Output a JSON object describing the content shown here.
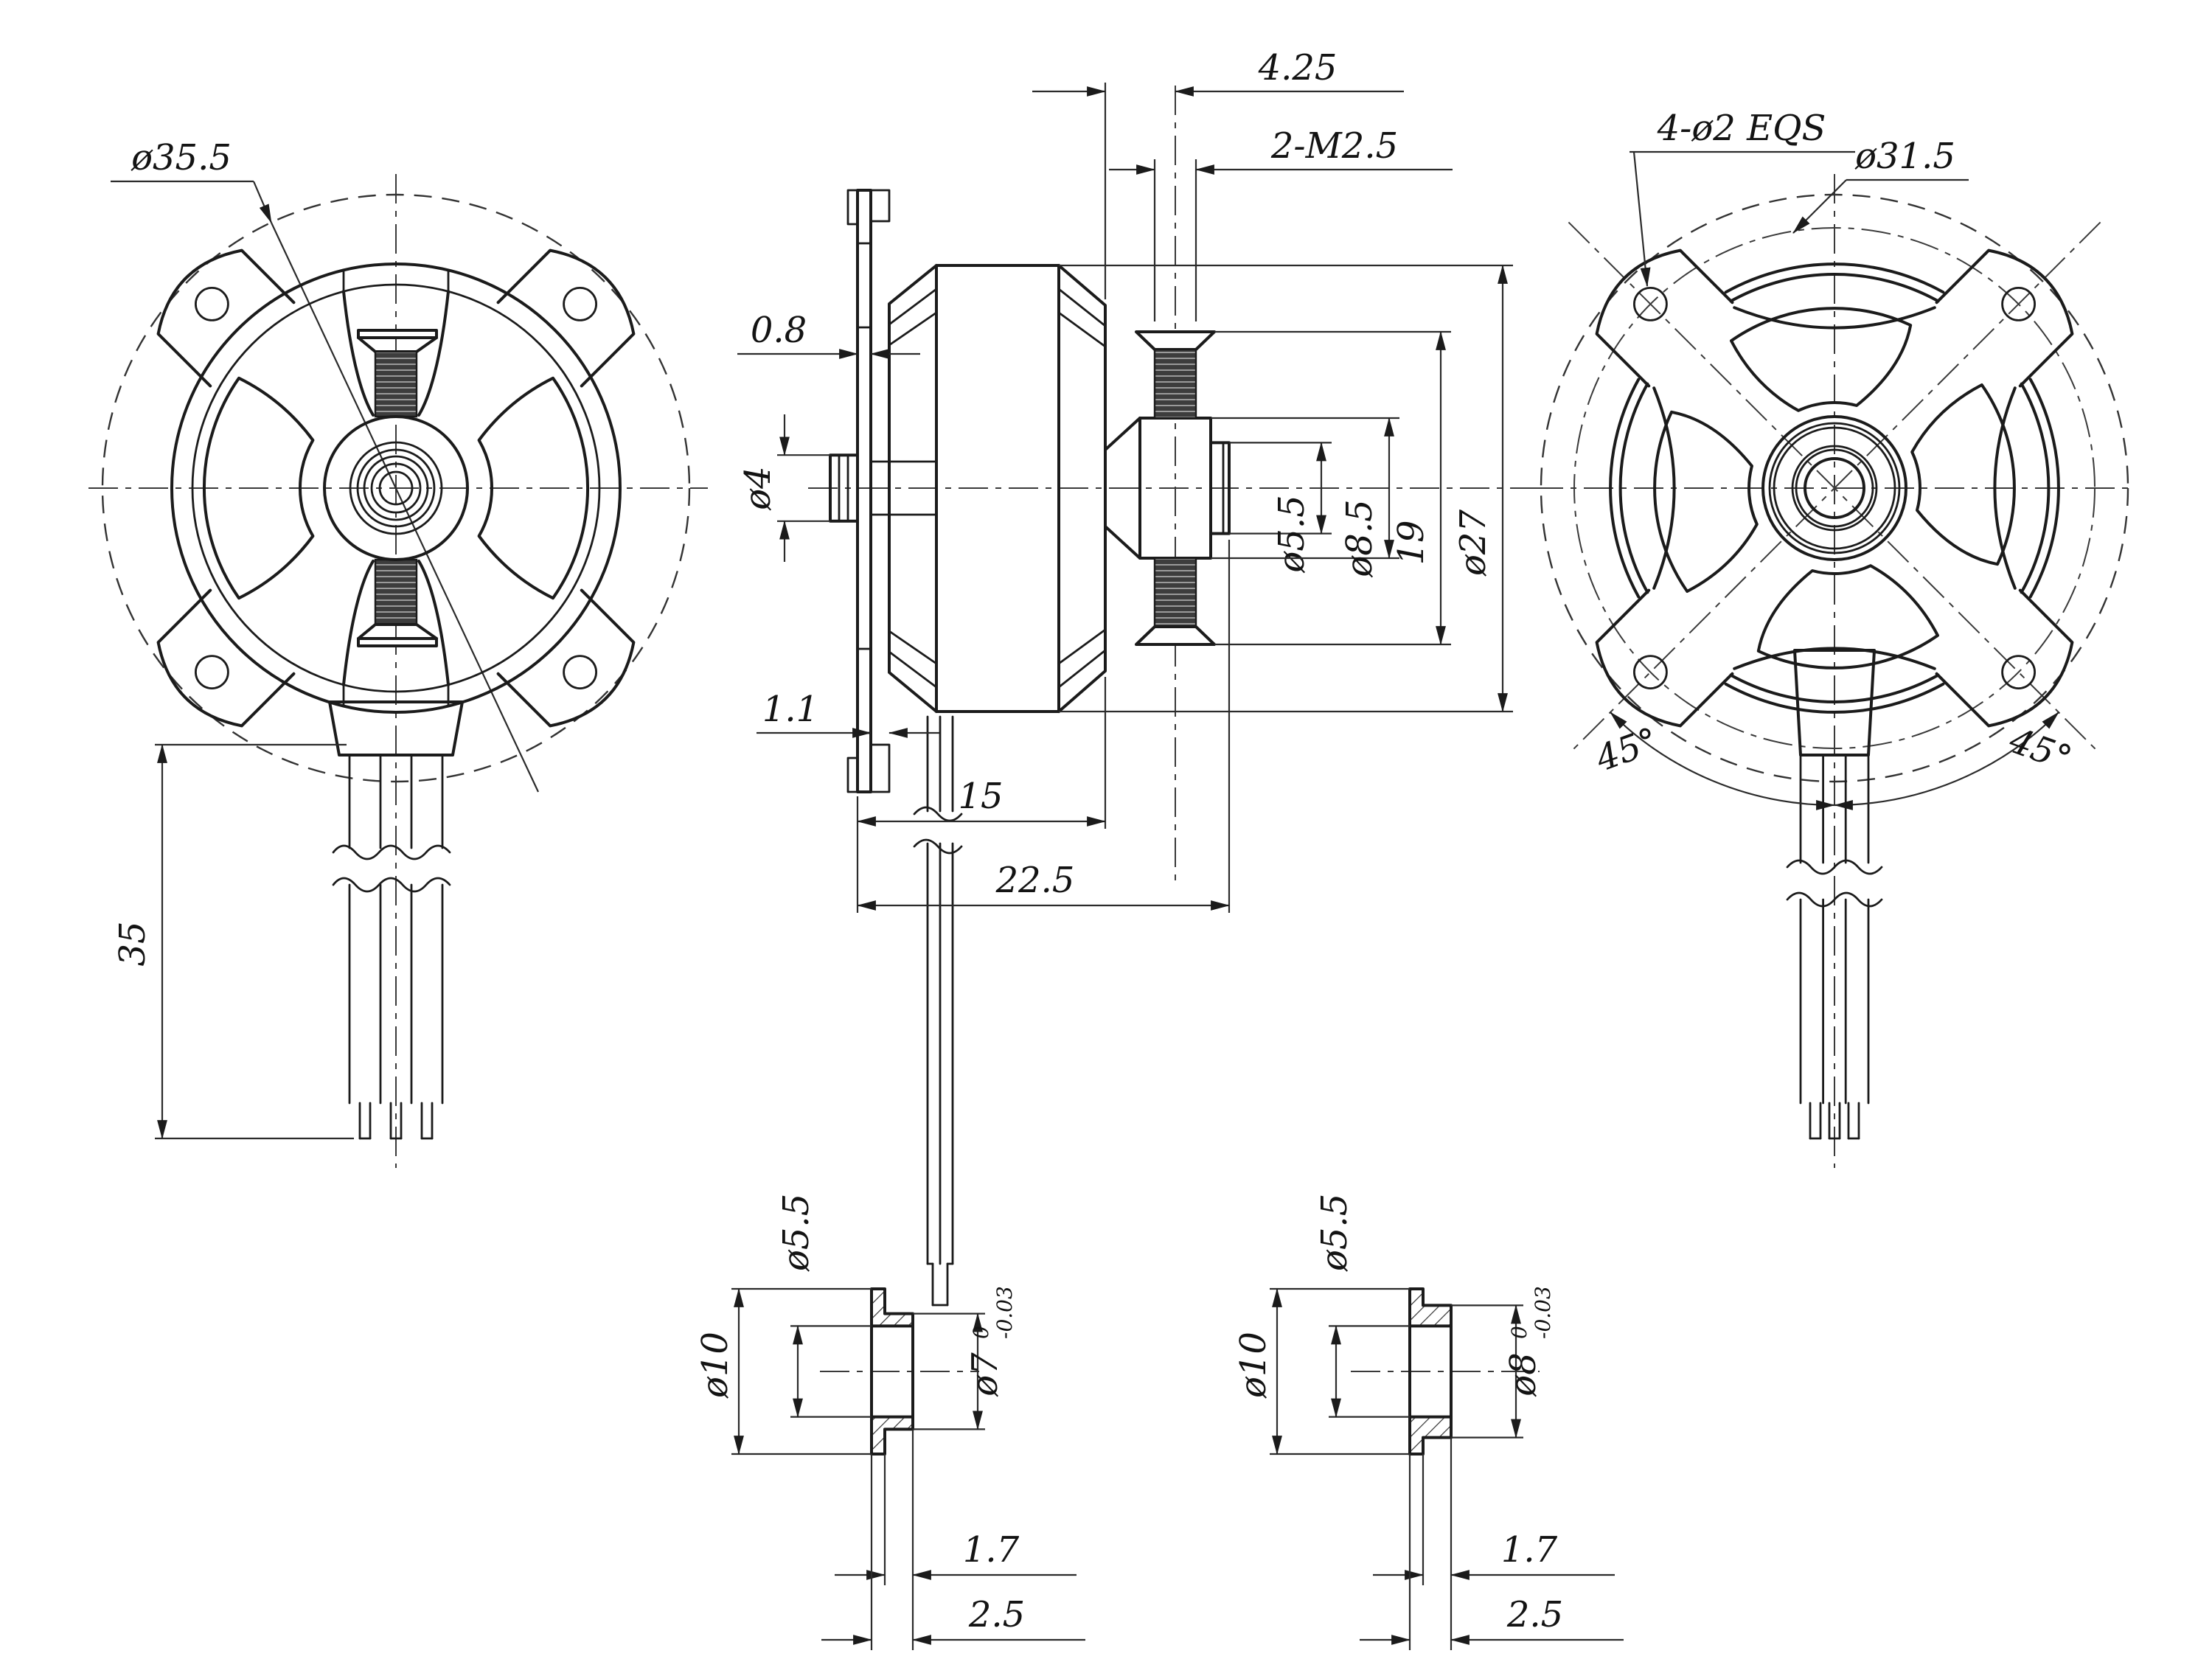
{
  "drawing": {
    "front_view": {
      "envelope_diameter": "ø35.5",
      "wire_length": "35"
    },
    "side_view": {
      "hub_offset": "4.25",
      "screw_spec": "2-M2.5",
      "plate_thickness": "0.8",
      "rear_shaft_diameter": "ø4",
      "shaft_diameter": "ø5.5",
      "hub_diameter": "ø8.5",
      "screw_head_span": "19",
      "body_diameter": "ø27",
      "mount_tab_thickness": "1.1",
      "mount_face_to_front": "15",
      "overall_length": "22.5"
    },
    "back_view": {
      "mount_holes": "4-ø2 EQS",
      "bolt_circle_diameter": "ø31.5",
      "angle_left": "45°",
      "angle_right": "45°"
    },
    "prop_adapter_7": {
      "bore_diameter": "ø5.5",
      "flange_diameter": "ø10",
      "boss_diameter": "ø7",
      "tolerance_upper": "0",
      "tolerance_lower": "-0.03",
      "boss_length": "1.7",
      "overall_length": "2.5"
    },
    "prop_adapter_8": {
      "bore_diameter": "ø5.5",
      "flange_diameter": "ø10",
      "boss_diameter": "ø8",
      "tolerance_upper": "0",
      "tolerance_lower": "-0.03",
      "boss_length": "1.7",
      "overall_length": "2.5"
    }
  }
}
